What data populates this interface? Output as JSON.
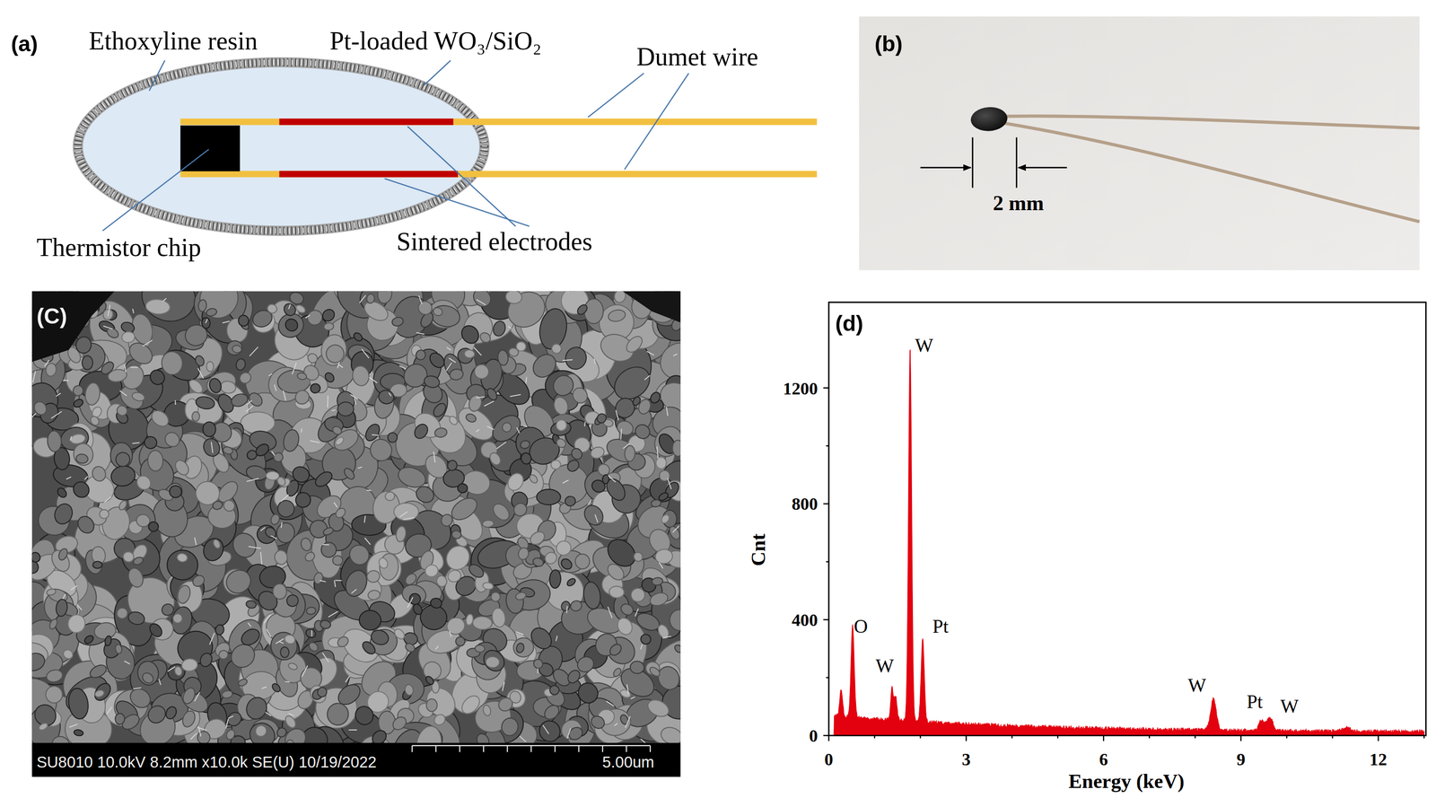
{
  "diagram": {
    "labels": [
      "(a)",
      "Ethoxyline resin",
      "Pt-loaded WO₃/SiO₂",
      "Dumet wire",
      "Thermistor chip",
      "Sintered electrodes",
      "(b)",
      "2 mm",
      "(C)",
      "SU8010 10.0kV 8.2mm x10.0k SE(U) 10/19/2022",
      "5.00um",
      "(d)",
      "Cnt",
      "Energy (keV)",
      "0",
      "400",
      "800",
      "1200",
      "0",
      "3",
      "6",
      "9",
      "12",
      "O",
      "W",
      "W",
      "Pt",
      "W",
      "Pt",
      "W"
    ]
  }
}
